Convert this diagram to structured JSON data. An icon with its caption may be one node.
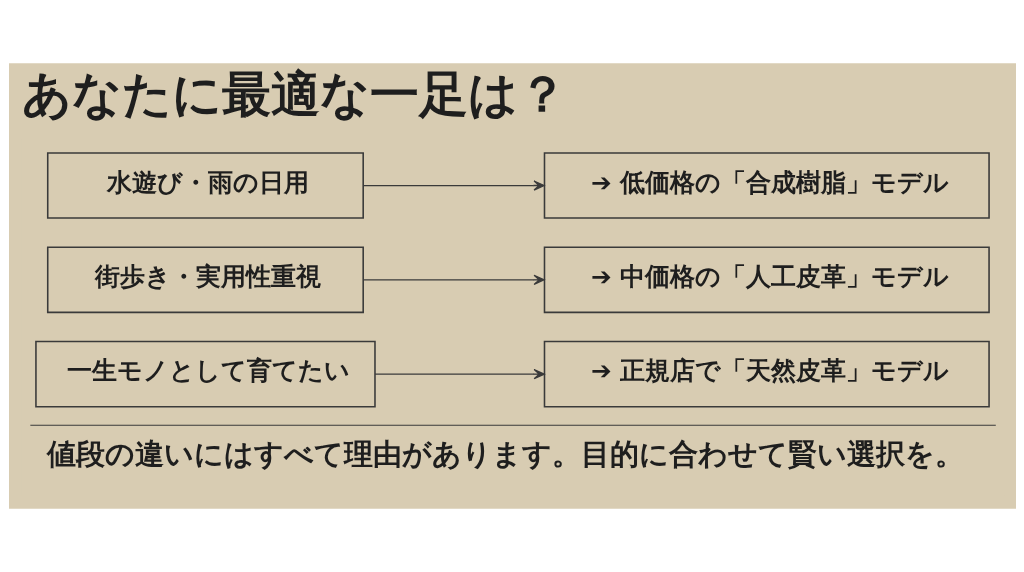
{
  "diagram": {
    "title": "あなたに最適な一足は？",
    "caption": "値段の違いにはすべて理由があります。目的に合わせて賢い選択を。",
    "nodes": [
      {
        "text": [
          "水遊び・雨の日用"
        ]
      },
      {
        "text": [
          "➔ 低価格の「合成樹脂」モデル"
        ]
      },
      {
        "text": [
          "街歩き・実用性重視"
        ]
      },
      {
        "text": [
          "➔ 中価格の「人工皮革」モデル"
        ]
      },
      {
        "text": [
          "一生モノとして育てたい"
        ]
      },
      {
        "text": [
          "➔ 正規店で「天然皮革」モデル"
        ]
      }
    ],
    "edges": [
      {
        "from": 0,
        "to": 1,
        "arrow": "to"
      },
      {
        "from": 2,
        "to": 3,
        "arrow": "to"
      },
      {
        "from": 4,
        "to": 5,
        "arrow": "to"
      }
    ]
  }
}
